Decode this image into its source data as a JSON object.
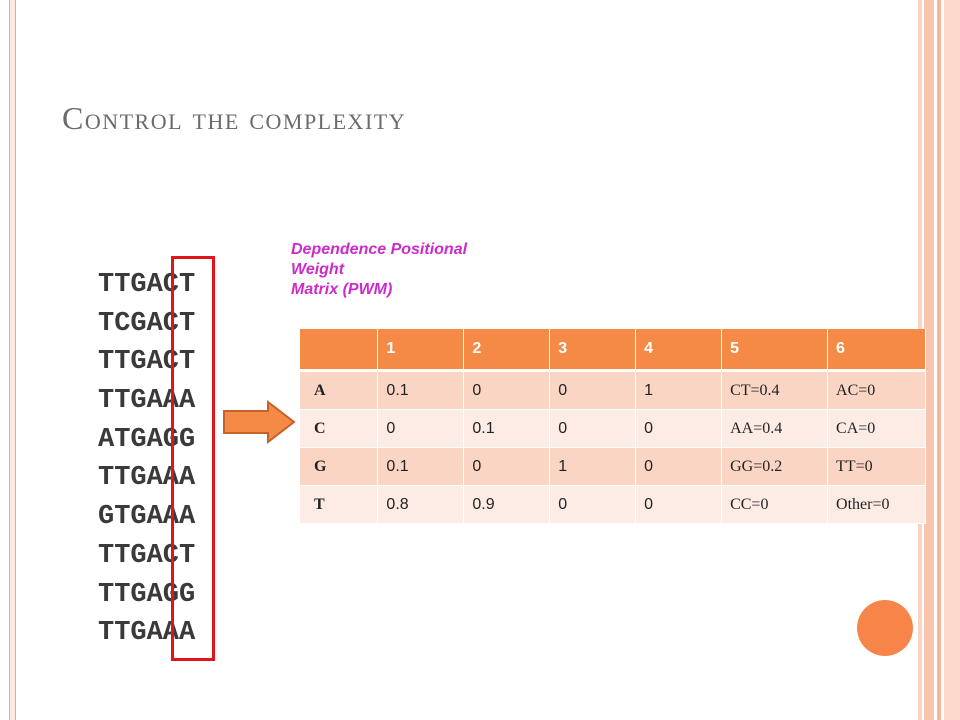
{
  "slide": {
    "title": "Control the complexity",
    "pwm_caption_lines": [
      "Dependence Positional",
      "Weight",
      "Matrix (PWM)"
    ],
    "sequences": [
      "TTGACT",
      "TCGACT",
      "TTGACT",
      "TTGAAA",
      "ATGAGG",
      "TTGAAA",
      "GTGAAA",
      "TTGACT",
      "TTGAGG",
      "TTGAAA"
    ]
  },
  "table": {
    "headers": [
      "",
      "1",
      "2",
      "3",
      "4",
      "5",
      "6"
    ],
    "rows": [
      {
        "label": "A",
        "cells": [
          "0.1",
          "0",
          "0",
          "1",
          "CT=0.4",
          "AC=0"
        ]
      },
      {
        "label": "C",
        "cells": [
          "0",
          "0.1",
          "0",
          "0",
          "AA=0.4",
          "CA=0"
        ]
      },
      {
        "label": "G",
        "cells": [
          "0.1",
          "0",
          "1",
          "0",
          "GG=0.2",
          "TT=0"
        ]
      },
      {
        "label": "T",
        "cells": [
          "0.8",
          "0.9",
          "0",
          "0",
          "CC=0",
          "Other=0"
        ]
      }
    ]
  },
  "colors": {
    "header": "#f58a46",
    "row_odd": "#fbd5c4",
    "row_even": "#fdece5",
    "highlight_box": "#e0151b",
    "caption": "#cc2bcc",
    "arrow": "#f58a46",
    "circle": "#f7854a"
  },
  "icons": {
    "arrow": "right-arrow-icon",
    "circle": "decorative-circle-icon"
  }
}
